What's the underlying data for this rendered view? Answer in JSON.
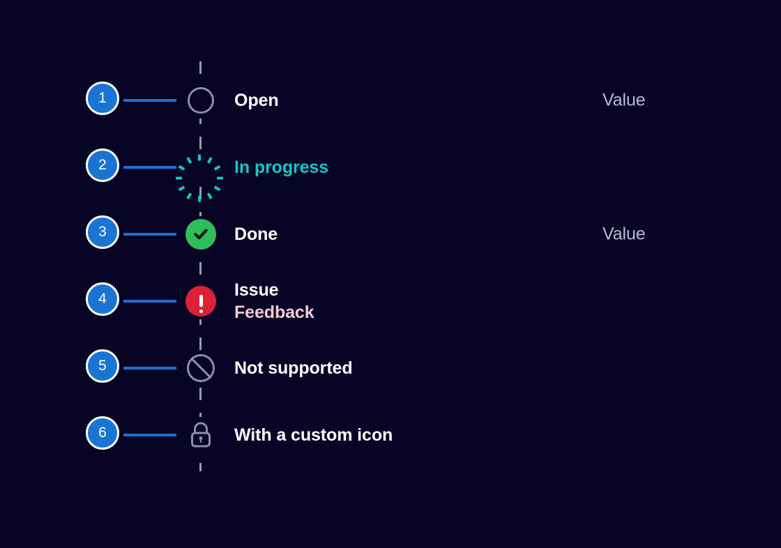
{
  "page": {
    "background_color": "#080426",
    "accent_blue": "#1a74d4",
    "connector_color": "#1f6fd0",
    "axis_color": "#9a9ab4",
    "title": "Status list with numbered steps"
  },
  "timeline": {
    "axis_style": "dashed-vertical",
    "value_column_header": "",
    "rows": [
      {
        "number": "1",
        "icon": "circle-outline-icon",
        "icon_color": "#8e8ea6",
        "label": "Open",
        "label_color": "#ffffff",
        "sublabel": "",
        "sublabel_color": "",
        "value": "Value"
      },
      {
        "number": "2",
        "icon": "spinner-icon",
        "icon_color": "#0fc9c9",
        "label": "In progress",
        "label_color": "#0fc9c9",
        "sublabel": "",
        "sublabel_color": "",
        "value": ""
      },
      {
        "number": "3",
        "icon": "check-circle-icon",
        "icon_color": "#2fbe5b",
        "label": "Done",
        "label_color": "#ffffff",
        "sublabel": "",
        "sublabel_color": "",
        "value": "Value"
      },
      {
        "number": "4",
        "icon": "error-circle-icon",
        "icon_color": "#dc2038",
        "label": "Issue",
        "label_color": "#ffffff",
        "sublabel": "Feedback",
        "sublabel_color": "#f9c9d2",
        "value": ""
      },
      {
        "number": "5",
        "icon": "not-supported-icon",
        "icon_color": "#8e8ea6",
        "label": "Not supported",
        "label_color": "#ffffff",
        "sublabel": "",
        "sublabel_color": "",
        "value": ""
      },
      {
        "number": "6",
        "icon": "lock-icon",
        "icon_color": "#8e8ea6",
        "label": "With a custom icon",
        "label_color": "#ffffff",
        "sublabel": "",
        "sublabel_color": "",
        "value": ""
      }
    ]
  }
}
